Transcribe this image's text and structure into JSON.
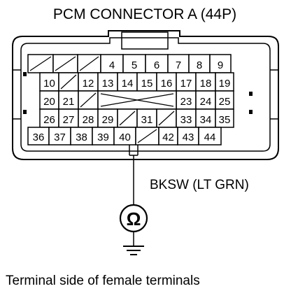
{
  "title": "PCM CONNECTOR A (44P)",
  "wire_label": "BKSW (LT GRN)",
  "caption": "Terminal side of female terminals",
  "meter_symbol": "Ω",
  "meter_icon": "ohmmeter-icon",
  "ground_icon": "ground-icon",
  "colors": {
    "line": "#000000",
    "background": "#ffffff"
  },
  "connector": {
    "rows": [
      {
        "cells": [
          "/",
          "/",
          "/",
          "4",
          "5",
          "6",
          "7",
          "8",
          "9"
        ]
      },
      {
        "cells": [
          "10",
          "/",
          "12",
          "13",
          "14",
          "15",
          "16",
          "17",
          "18",
          "19"
        ]
      },
      {
        "cells": [
          "20",
          "21",
          "/",
          "X",
          "X",
          "X",
          "X",
          "23",
          "24",
          "25"
        ]
      },
      {
        "cells": [
          "26",
          "27",
          "28",
          "29",
          "/",
          "31",
          "/",
          "33",
          "34",
          "35"
        ]
      },
      {
        "cells": [
          "36",
          "37",
          "38",
          "39",
          "40",
          "/",
          "42",
          "43",
          "44"
        ]
      }
    ],
    "probe_terminal": "40"
  }
}
